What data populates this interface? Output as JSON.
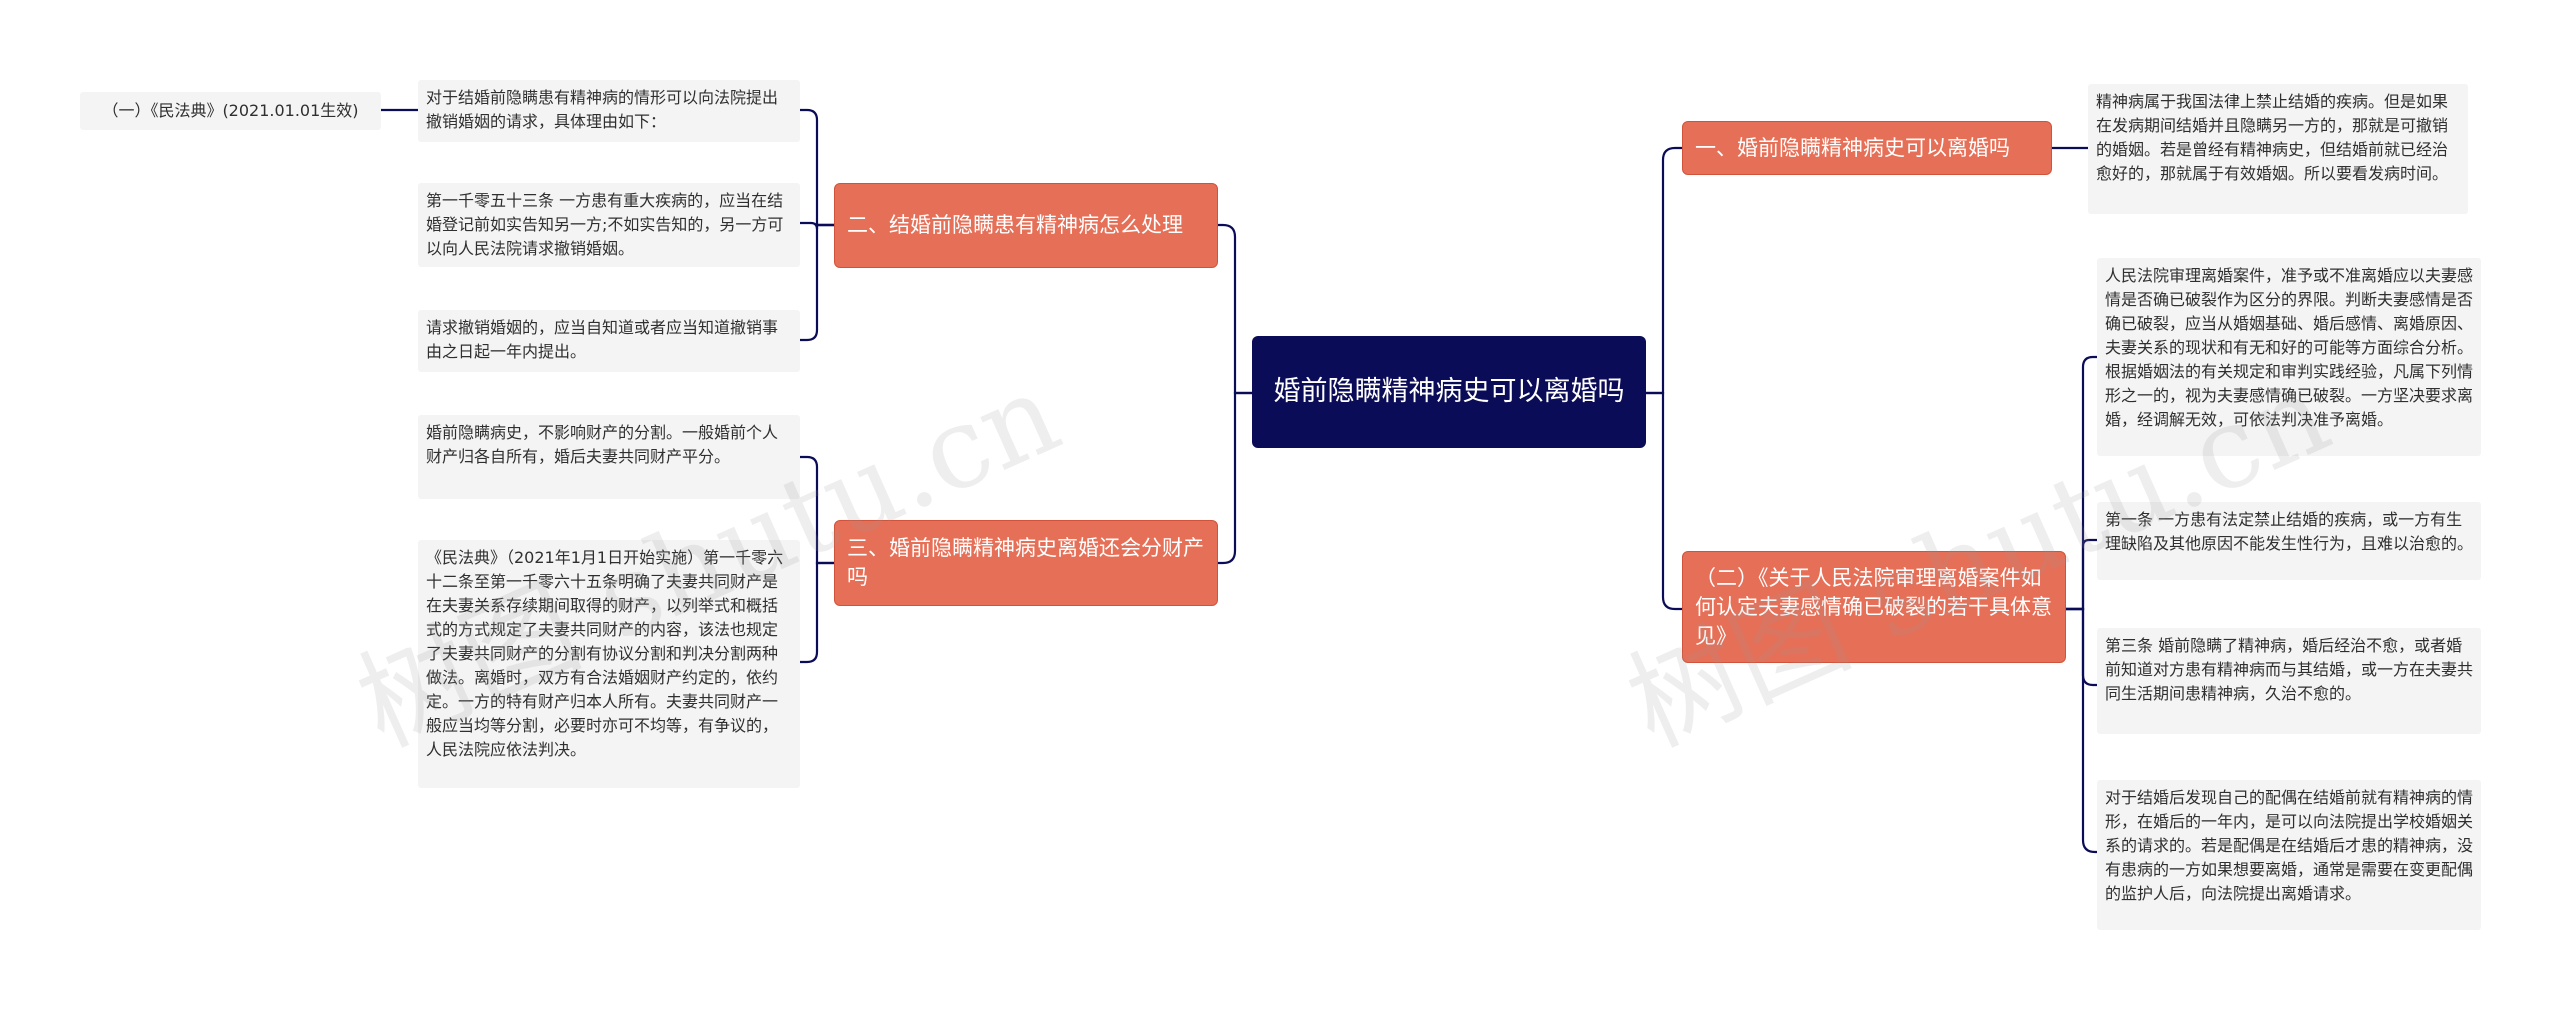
{
  "root": {
    "title": "婚前隐瞒精神病史可以离婚吗"
  },
  "branches": {
    "b1": {
      "title": "一、婚前隐瞒精神病史可以离婚吗"
    },
    "b2": {
      "title": "（二）《关于人民法院审理离婚案件如何认定夫妻感情确已破裂的若干具体意见》"
    },
    "b3": {
      "title": "二、结婚前隐瞒患有精神病怎么处理"
    },
    "b4": {
      "title": "三、婚前隐瞒精神病史离婚还会分财产吗"
    }
  },
  "leaves": {
    "b1_1": "精神病属于我国法律上禁止结婚的疾病。但是如果在发病期间结婚并且隐瞒另一方的，那就是可撤销的婚姻。若是曾经有精神病史，但结婚前就已经治愈好的，那就属于有效婚姻。所以要看发病时间。",
    "b2_1": "人民法院审理离婚案件，准予或不准离婚应以夫妻感情是否确已破裂作为区分的界限。判断夫妻感情是否确已破裂，应当从婚姻基础、婚后感情、离婚原因、夫妻关系的现状和有无和好的可能等方面综合分析。根据婚姻法的有关规定和审判实践经验，凡属下列情形之一的，视为夫妻感情确已破裂。一方坚决要求离婚，经调解无效，可依法判决准予离婚。",
    "b2_2": "第一条 一方患有法定禁止结婚的疾病，或一方有生理缺陷及其他原因不能发生性行为，且难以治愈的。",
    "b2_3": "第三条 婚前隐瞒了精神病，婚后经治不愈，或者婚前知道对方患有精神病而与其结婚，或一方在夫妻共同生活期间患精神病，久治不愈的。",
    "b2_4": "对于结婚后发现自己的配偶在结婚前就有精神病的情形，在婚后的一年内，是可以向法院提出学校婚姻关系的请求的。若是配偶是在结婚后才患的精神病，没有患病的一方如果想要离婚，通常是需要在变更配偶的监护人后，向法院提出离婚请求。",
    "b3_1": "对于结婚前隐瞒患有精神病的情形可以向法院提出撤销婚姻的请求，具体理由如下：",
    "b3_1_1": "（一）《民法典》(2021.01.01生效)",
    "b3_2": "第一千零五十三条 一方患有重大疾病的，应当在结婚登记前如实告知另一方;不如实告知的，另一方可以向人民法院请求撤销婚姻。",
    "b3_3": "请求撤销婚姻的，应当自知道或者应当知道撤销事由之日起一年内提出。",
    "b4_1": "婚前隐瞒病史，不影响财产的分割。一般婚前个人财产归各自所有，婚后夫妻共同财产平分。",
    "b4_2": "《民法典》（2021年1月1日开始实施）第一千零六十二条至第一千零六十五条明确了夫妻共同财产是在夫妻关系存续期间取得的财产，以列举式和概括式的方式规定了夫妻共同财产的内容，该法也规定了夫妻共同财产的分割有协议分割和判决分割两种做法。离婚时，双方有合法婚姻财产约定的，依约定。一方的特有财产归本人所有。夫妻共同财产一般应当均等分割，必要时亦可不均等，有争议的，人民法院应依法判决。"
  },
  "watermarks": [
    "树图 shutu.cn",
    "树图 shutu.cn"
  ],
  "colors": {
    "root": "#0b0c57",
    "branch": "#e66f57",
    "leaf": "#f4f4f4",
    "line": "#0b0c57"
  }
}
